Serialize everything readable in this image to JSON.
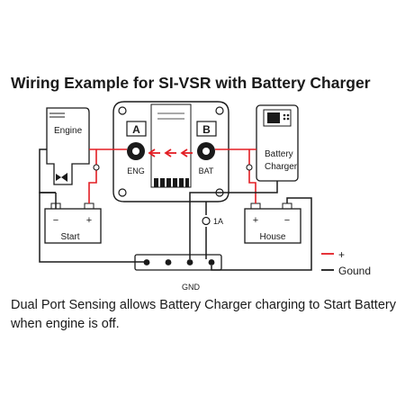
{
  "title": "Wiring Example for SI-VSR with Battery Charger",
  "caption": "Dual Port Sensing allows Battery Charger charging to Start Battery when engine is off.",
  "labels": {
    "engine": "Engine",
    "port_a": "A",
    "port_b": "B",
    "eng": "ENG",
    "bat": "BAT",
    "battery_charger_line1": "Battery",
    "battery_charger_line2": "Charger",
    "fuse": "1A",
    "start_battery": "Start",
    "house_battery": "House",
    "gnd": "GND",
    "plus": "+",
    "minus": "−"
  },
  "legend": [
    {
      "label": "+",
      "color": "#e31e24"
    },
    {
      "label": "Gound",
      "color": "#1a1a1a"
    }
  ],
  "colors": {
    "positive": "#e31e24",
    "ground": "#1a1a1a"
  }
}
